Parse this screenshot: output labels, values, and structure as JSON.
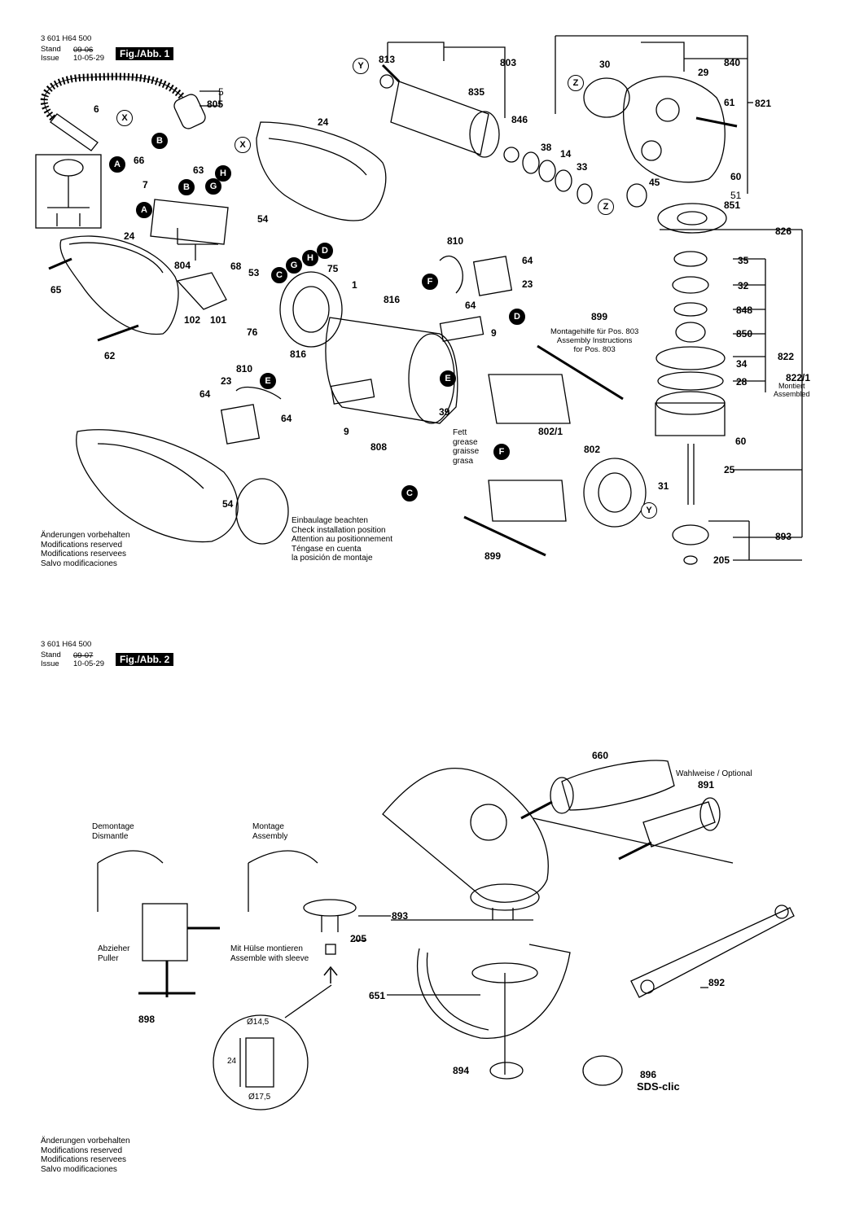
{
  "header": {
    "part_number": "3 601 H64 500",
    "stand_label": "Stand",
    "issue_label": "Issue",
    "stand_date_fig1": "09-06",
    "stand_date_fig2": "09-07",
    "issue_date": "10-05-29",
    "fig1_title": "Fig./Abb. 1",
    "fig2_title": "Fig./Abb. 2"
  },
  "fig1": {
    "parts": [
      "813",
      "803",
      "30",
      "840",
      "29",
      "835",
      "5",
      "805",
      "6",
      "24",
      "66",
      "63",
      "846",
      "38",
      "14",
      "33",
      "61",
      "821",
      "60",
      "51",
      "851",
      "45",
      "7",
      "54",
      "826",
      "24",
      "810",
      "64",
      "23",
      "35",
      "32",
      "848",
      "850",
      "822",
      "34",
      "28",
      "822/1",
      "60",
      "25",
      "31",
      "893",
      "205",
      "804",
      "68",
      "53",
      "75",
      "1",
      "816",
      "64",
      "899",
      "9",
      "810",
      "816",
      "23",
      "64",
      "64",
      "9",
      "39",
      "802/1",
      "802",
      "808",
      "899",
      "76",
      "65",
      "102",
      "101",
      "62",
      "54"
    ],
    "assembled_label": "822/1",
    "assembled_note": "Montiert\nAssembled",
    "assembly_help": "Montagehilfe für Pos. 803\nAssembly Instructions\nfor Pos. 803",
    "grease_note": "Fett\ngrease\ngraisse\ngrasa",
    "install_note": "Einbaulage beachten\nCheck installation position\nAttention au positionnement\nTéngase en cuenta\nla posición de montaje",
    "modifications_note": "Änderungen vorbehalten\nModifications reserved\nModifications reservees\nSalvo modificaciones",
    "connectors": [
      "Y",
      "X",
      "B",
      "A",
      "H",
      "G",
      "Z",
      "D",
      "F",
      "C",
      "E"
    ]
  },
  "fig2": {
    "parts": [
      "660",
      "891",
      "893",
      "205",
      "651",
      "892",
      "898",
      "894",
      "896"
    ],
    "optional_note": "Wahlweise / Optional",
    "demontage_note": "Demontage\nDismantle",
    "montage_note": "Montage\nAssembly",
    "puller_note": "Abzieher\nPuller",
    "sleeve_note": "Mit Hülse montieren\nAssemble with sleeve",
    "dim_inner": "Ø14,5",
    "dim_height": "24",
    "dim_outer": "Ø17,5",
    "sds_label": "SDS-clic",
    "modifications_note": "Änderungen vorbehalten\nModifications reserved\nModifications reservees\nSalvo modificaciones"
  }
}
